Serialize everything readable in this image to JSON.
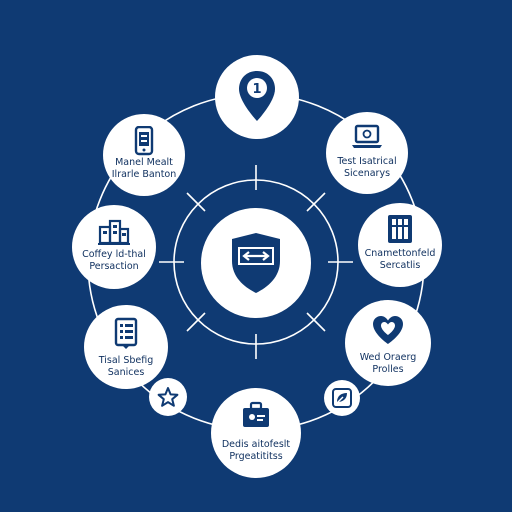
{
  "colors": {
    "background": "#0f3a73",
    "node_fill": "#ffffff",
    "icon": "#0f3a73",
    "wire": "#ffffff",
    "label": "#0e2f5e"
  },
  "hub": {
    "icon": "shield-arrows-icon"
  },
  "top_node": {
    "icon": "location-pin-icon",
    "glyph": "1"
  },
  "nodes": {
    "mobile": {
      "icon": "mobile-phone-icon",
      "line1": "Manel Mealt",
      "line2": "Ilrarle Banton"
    },
    "laptop": {
      "icon": "laptop-icon",
      "line1": "Test Isatrical",
      "line2": "Sicenarys"
    },
    "buildings": {
      "icon": "buildings-icon",
      "line1": "Coffey ld-thal",
      "line2": "Persaction"
    },
    "archive": {
      "icon": "archive-icon",
      "line1": "Cnamettonfeld",
      "line2": "Sercatlis"
    },
    "document": {
      "icon": "document-list-icon",
      "line1": "Tisal Sbefig",
      "line2": "Sanices"
    },
    "heart": {
      "icon": "heart-icon",
      "line1": "Wed Oraerg",
      "line2": "Prolles"
    },
    "briefcase": {
      "icon": "briefcase-icon",
      "line1": "Dedis aitofeslt",
      "line2": "Prgeatititss"
    }
  },
  "small_nodes": {
    "star": "star-icon",
    "leaf": "leaf-icon"
  }
}
